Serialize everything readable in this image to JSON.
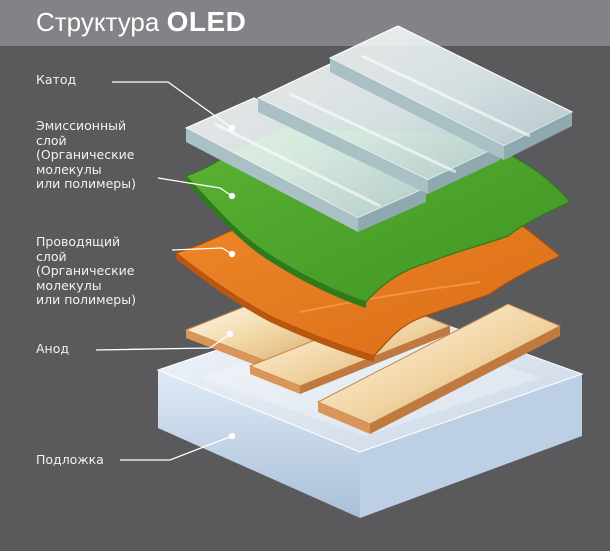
{
  "title": {
    "prefix": "Структура ",
    "emphasis": "OLED"
  },
  "layers": [
    {
      "label": "Катод",
      "color": "#dfe9ea"
    },
    {
      "label": "Эмиссионный\nслой\n(Органические\nмолекулы\nили полимеры)",
      "color": "#52a82c"
    },
    {
      "label": "Проводящий\nслой\n(Органические\nмолекулы\nили полимеры)",
      "color": "#ea7d21"
    },
    {
      "label": "Анод",
      "color": "#f4d9ad"
    },
    {
      "label": "Подложка",
      "color": "#dbe7f3"
    }
  ],
  "colors": {
    "background": "#5a5a5d",
    "header_band": "#7c7c80",
    "leader_line": "#ffffff"
  }
}
